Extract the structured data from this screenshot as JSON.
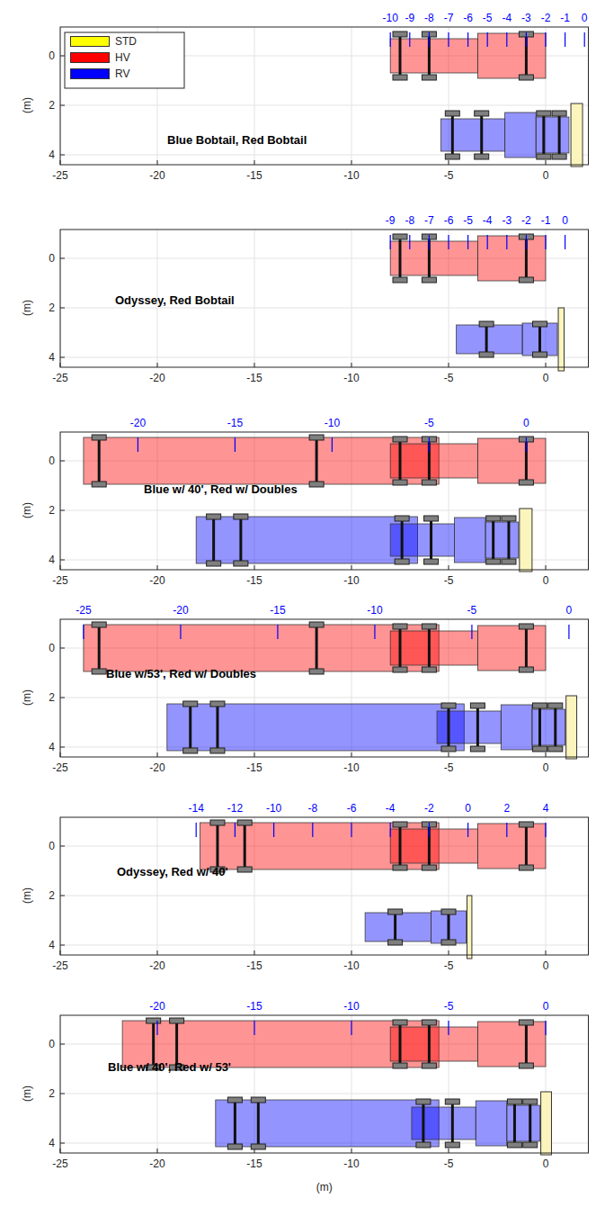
{
  "diagram": {
    "labels": [
      "-10",
      "-9",
      "-8",
      "-7",
      "-6",
      "-5",
      "-4",
      "-3",
      "-2",
      "-1",
      "0",
      "Blue Bobtail, Red Bobtail",
      "0",
      "2",
      "4",
      "(m)",
      "-25",
      "-20",
      "-15",
      "-10",
      "-5",
      "0",
      "-9",
      "-8",
      "-7",
      "-6",
      "-5",
      "-4",
      "-3",
      "-2",
      "-1",
      "0",
      "Odyssey, Red Bobtail",
      "0",
      "2",
      "4",
      "(m)",
      "-25",
      "-20",
      "-15",
      "-10",
      "-5",
      "0",
      "-20",
      "-15",
      "-10",
      "-5",
      "0",
      "Blue w/ 40', Red w/ Doubles",
      "0",
      "2",
      "4",
      "(m)",
      "-25",
      "-20",
      "-15",
      "-10",
      "-5",
      "0",
      "-25",
      "-20",
      "-15",
      "-10",
      "-5",
      "0",
      "Blue w/53', Red w/ Doubles",
      "0",
      "2",
      "4",
      "(m)",
      "-25",
      "-20",
      "-15",
      "-10",
      "-5",
      "0",
      "-14",
      "-12",
      "-10",
      "-8",
      "-6",
      "-4",
      "-2",
      "0",
      "2",
      "4",
      "Odyssey, Red w/ 40'",
      "0",
      "2",
      "4",
      "(m)",
      "-25",
      "-20",
      "-15",
      "-10",
      "-5",
      "0",
      "-20",
      "-15",
      "-10",
      "-5",
      "0",
      "Blue w/ 40', Red w/ 53'",
      "0",
      "2",
      "4",
      "(m)",
      "-25",
      "-20",
      "-15",
      "-10",
      "-5",
      "0",
      "(m)"
    ],
    "legend": [
      {
        "text": "STD",
        "color": "#ffff00"
      },
      {
        "text": "HV",
        "color": "#ff0000"
      },
      {
        "text": "RV",
        "color": "#0000ff"
      }
    ]
  }
}
